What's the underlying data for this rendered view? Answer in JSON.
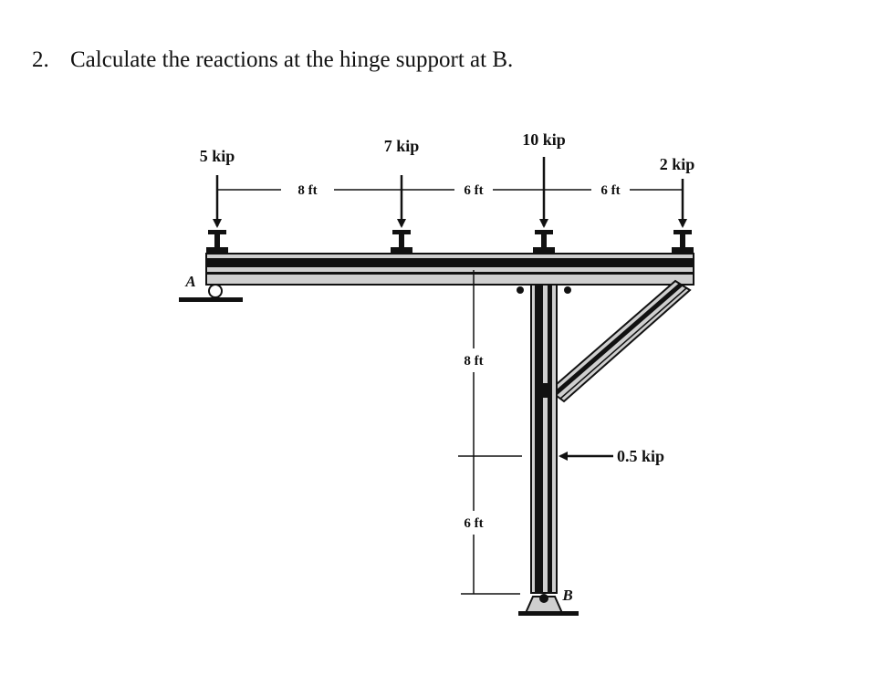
{
  "problem": {
    "number": "2.",
    "text": "Calculate the reactions at the hinge support at B."
  },
  "figure": {
    "loads": {
      "load_1": "5 kip",
      "load_2": "7 kip",
      "load_3": "10 kip",
      "load_4": "2 kip",
      "horizontal": "0.5 kip"
    },
    "dimensions": {
      "span_1": "8 ft",
      "span_2": "6 ft",
      "span_3": "6 ft",
      "height_upper": "8 ft",
      "height_lower": "6 ft"
    },
    "supports": {
      "a": "A",
      "b": "B"
    }
  }
}
